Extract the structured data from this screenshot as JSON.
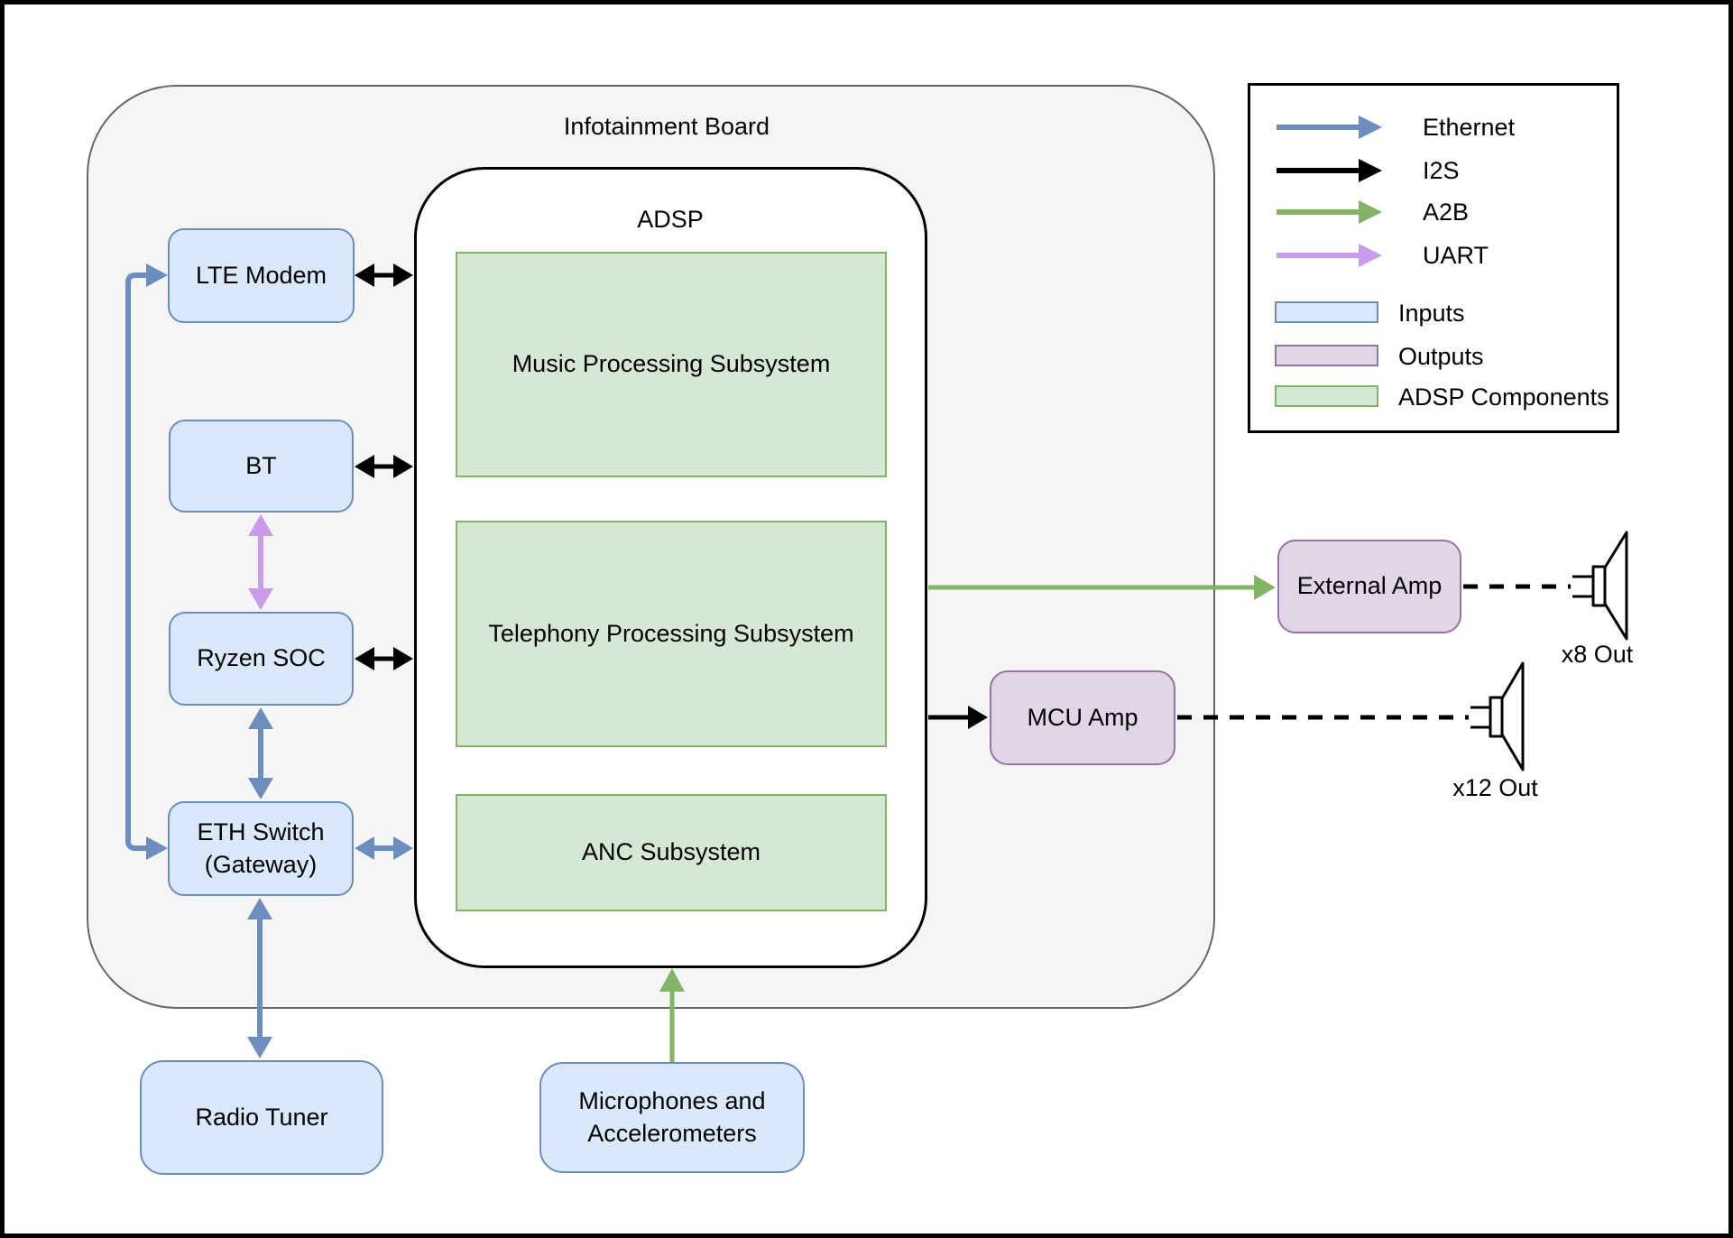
{
  "board": {
    "title": "Infotainment Board"
  },
  "adsp": {
    "title": "ADSP"
  },
  "nodes": {
    "lte_modem": {
      "label": "LTE Modem",
      "type": "input"
    },
    "bt": {
      "label": "BT",
      "type": "input"
    },
    "ryzen_soc": {
      "label": "Ryzen SOC",
      "type": "input"
    },
    "eth_switch": {
      "label_line1": "ETH Switch",
      "label_line2": "(Gateway)",
      "type": "input"
    },
    "radio_tuner": {
      "label": "Radio Tuner",
      "type": "input"
    },
    "microphones": {
      "label_line1": "Microphones and",
      "label_line2": "Accelerometers",
      "type": "input"
    },
    "music": {
      "label": "Music Processing Subsystem",
      "type": "adsp-component"
    },
    "telephony": {
      "label": "Telephony Processing Subsystem",
      "type": "adsp-component"
    },
    "anc": {
      "label": "ANC Subsystem",
      "type": "adsp-component"
    },
    "external_amp": {
      "label": "External Amp",
      "type": "output"
    },
    "mcu_amp": {
      "label": "MCU Amp",
      "type": "output"
    }
  },
  "outputs": {
    "x8": {
      "label": "x8 Out"
    },
    "x12": {
      "label": "x12 Out"
    }
  },
  "legend": {
    "connections": [
      {
        "id": "ethernet",
        "label": "Ethernet",
        "color": "#6C8EBF"
      },
      {
        "id": "i2s",
        "label": "I2S",
        "color": "#000000"
      },
      {
        "id": "a2b",
        "label": "A2B",
        "color": "#82B366"
      },
      {
        "id": "uart",
        "label": "UART",
        "color": "#C89BEB"
      }
    ],
    "node_types": [
      {
        "id": "inputs",
        "label": "Inputs",
        "fill": "#DAE8FC",
        "stroke": "#6C8EBF"
      },
      {
        "id": "outputs",
        "label": "Outputs",
        "fill": "#E1D5E7",
        "stroke": "#9673A6"
      },
      {
        "id": "adsp_components",
        "label": "ADSP Components",
        "fill": "#D5E8D4",
        "stroke": "#82B366"
      }
    ]
  }
}
